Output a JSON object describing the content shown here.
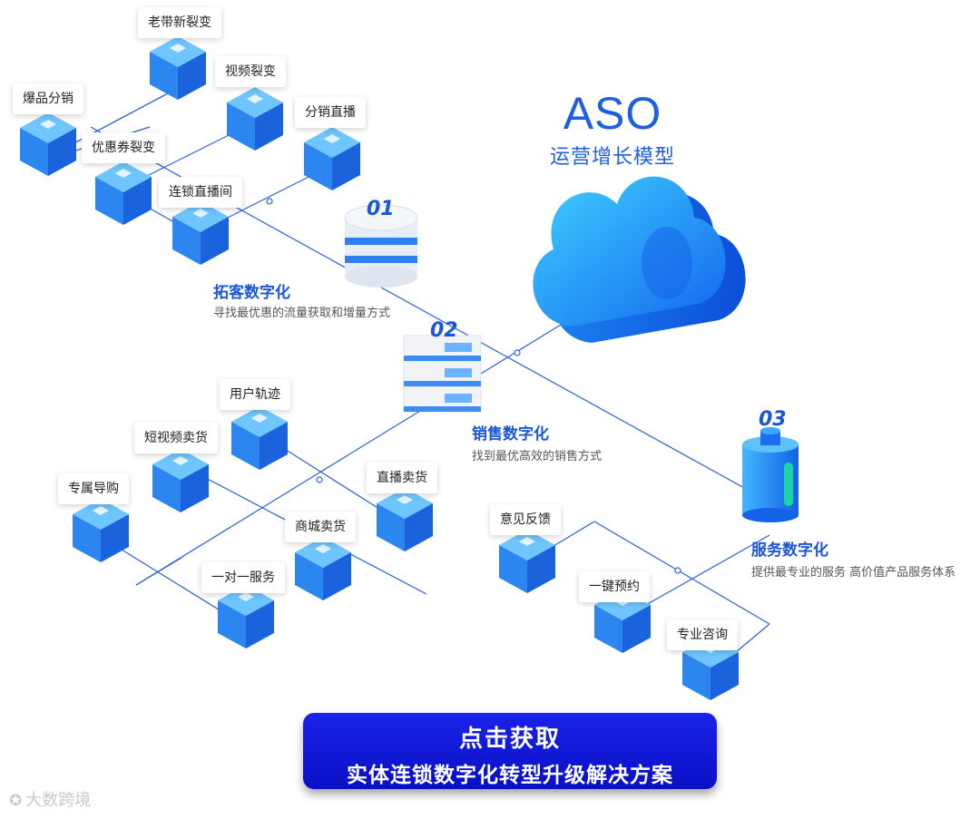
{
  "aso": {
    "title": "ASO",
    "subtitle": "运营增长模型"
  },
  "sections": {
    "s1": {
      "number": "01",
      "title": "拓客数字化",
      "desc": "寻找最优惠的流量获取和增量方式"
    },
    "s2": {
      "number": "02",
      "title": "销售数字化",
      "desc": "找到最优高效的销售方式"
    },
    "s3": {
      "number": "03",
      "title": "服务数字化",
      "desc": "提供最专业的服务 高价值产品服务体系"
    }
  },
  "tags": {
    "laodai": "老带新裂变",
    "shipin_liebian": "视频裂变",
    "baopin": "爆品分销",
    "fenxiao_zhibo": "分销直播",
    "youhuiquan": "优惠券裂变",
    "liansuo": "连锁直播间",
    "yonghu": "用户轨迹",
    "duanshipin": "短视频卖货",
    "zhuanshu": "专属导购",
    "zhibo_maihuo": "直播卖货",
    "shangcheng": "商城卖货",
    "yiduiyi": "一对一服务",
    "yijian": "意见反馈",
    "yuyue": "一键预约",
    "zixun": "专业咨询"
  },
  "cta": {
    "line1": "点击获取",
    "line2": "实体连锁数字化转型升级解决方案"
  },
  "watermark": {
    "text": "大数跨境"
  },
  "colors": {
    "brand_blue": "#1a56d6",
    "cube_blue": "#2f8cf4",
    "line_blue": "#2b5fd9",
    "cta_blue": "#1a22e8"
  }
}
